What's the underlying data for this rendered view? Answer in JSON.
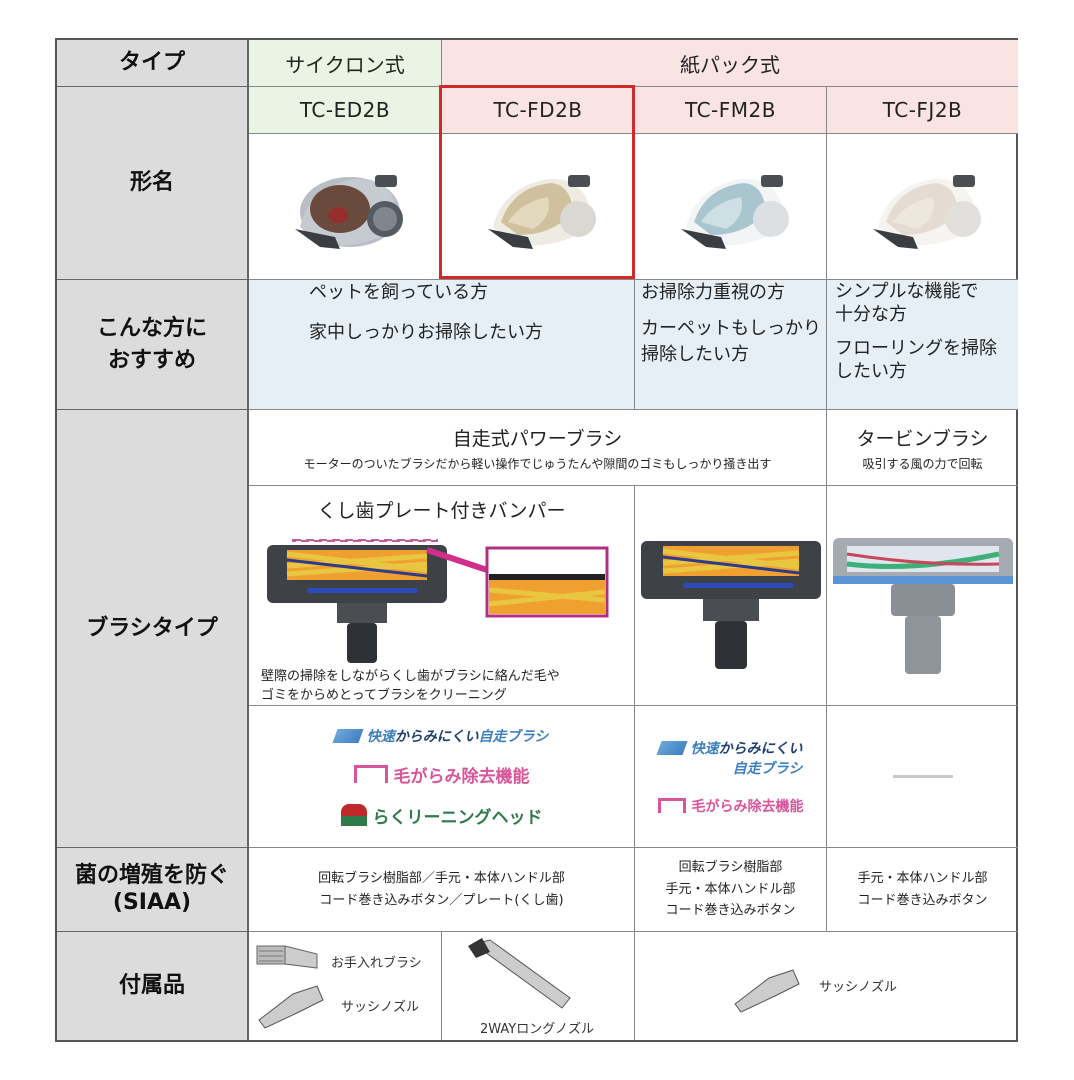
{
  "headers": {
    "type": "タイプ",
    "model": "形名",
    "recommend": "こんな方に\nおすすめ",
    "recommend_line1": "こんな方に",
    "recommend_line2": "おすすめ",
    "brush": "ブラシタイプ",
    "antibac_line1": "菌の増殖を防ぐ",
    "antibac_line2": "(SIAA)",
    "accessories": "付属品"
  },
  "types": {
    "cyclone": "サイクロン式",
    "paper": "紙パック式"
  },
  "models": [
    {
      "name": "TC-ED2B",
      "body_color": "#8a8f96",
      "accent_color": "#6a3a22",
      "selected": false
    },
    {
      "name": "TC-FD2B",
      "body_color": "#e9e4d6",
      "accent_color": "#c9b88f",
      "selected": true
    },
    {
      "name": "TC-FM2B",
      "body_color": "#eef1f2",
      "accent_color": "#a9c6cf",
      "selected": false
    },
    {
      "name": "TC-FJ2B",
      "body_color": "#f3f1ee",
      "accent_color": "#ddd3c6",
      "selected": false
    }
  ],
  "recommend": {
    "group1": [
      "ペットを飼っている方",
      "家中しっかりお掃除したい方"
    ],
    "group2": [
      "お掃除力重視の方",
      "カーペットもしっかり\n掃除したい方"
    ],
    "group2_line2a": "カーペットもしっかり",
    "group2_line2b": "掃除したい方",
    "group3_line1a": "シンプルな機能で",
    "group3_line1b": "十分な方",
    "group3_line2a": "フローリングを掃除",
    "group3_line2b": "したい方"
  },
  "brush": {
    "power_title": "自走式パワーブラシ",
    "power_desc": "モーターのついたブラシだから軽い操作でじゅうたんや隙間のゴミもしっかり掻き出す",
    "turbine_title": "タービンブラシ",
    "turbine_desc": "吸引する風の力で回転",
    "bumper_title": "くし歯プレート付きバンパー",
    "bumper_desc_line1": "壁際の掃除をしながらくし歯がブラシに絡んだ毛や",
    "bumper_desc_line2": "ゴミをからめとってブラシをクリーニング",
    "features_a": [
      "快速からみにくい自走ブラシ",
      "毛がらみ除去機能",
      "らくリーニングヘッド"
    ],
    "feature_fast_prefix": "快速",
    "feature_fast_mid": "からみにくい",
    "feature_fast_suffix": "自走ブラシ",
    "feature_hair": "毛がらみ除去機能",
    "feature_easy": "らくリーニングヘッド",
    "features_b_line1a": "快速",
    "features_b_line1b": "からみにくい",
    "features_b_line2": "自走ブラシ",
    "features_c": "—"
  },
  "antibac": {
    "a_line1": "回転ブラシ樹脂部／手元・本体ハンドル部",
    "a_line2": "コード巻き込みボタン／プレート(くし歯)",
    "b_line1": "回転ブラシ樹脂部",
    "b_line2": "手元・本体ハンドル部",
    "b_line3": "コード巻き込みボタン",
    "c_line1": "手元・本体ハンドル部",
    "c_line2": "コード巻き込みボタン"
  },
  "accessories": {
    "care_brush": "お手入れブラシ",
    "sash_nozzle": "サッシノズル",
    "long_nozzle": "2WAYロングノズル",
    "sash_nozzle_b": "サッシノズル"
  },
  "colors": {
    "highlight": "#d02a2a",
    "cyclone_bg": "#e9f4e4",
    "paper_bg": "#f9e3e3",
    "recommend_bg": "#e6eff6",
    "header_bg": "#dcdcdc",
    "logo_blue": "#3d7fbf",
    "logo_pink": "#d8559a",
    "logo_green": "#2f7a4a"
  }
}
